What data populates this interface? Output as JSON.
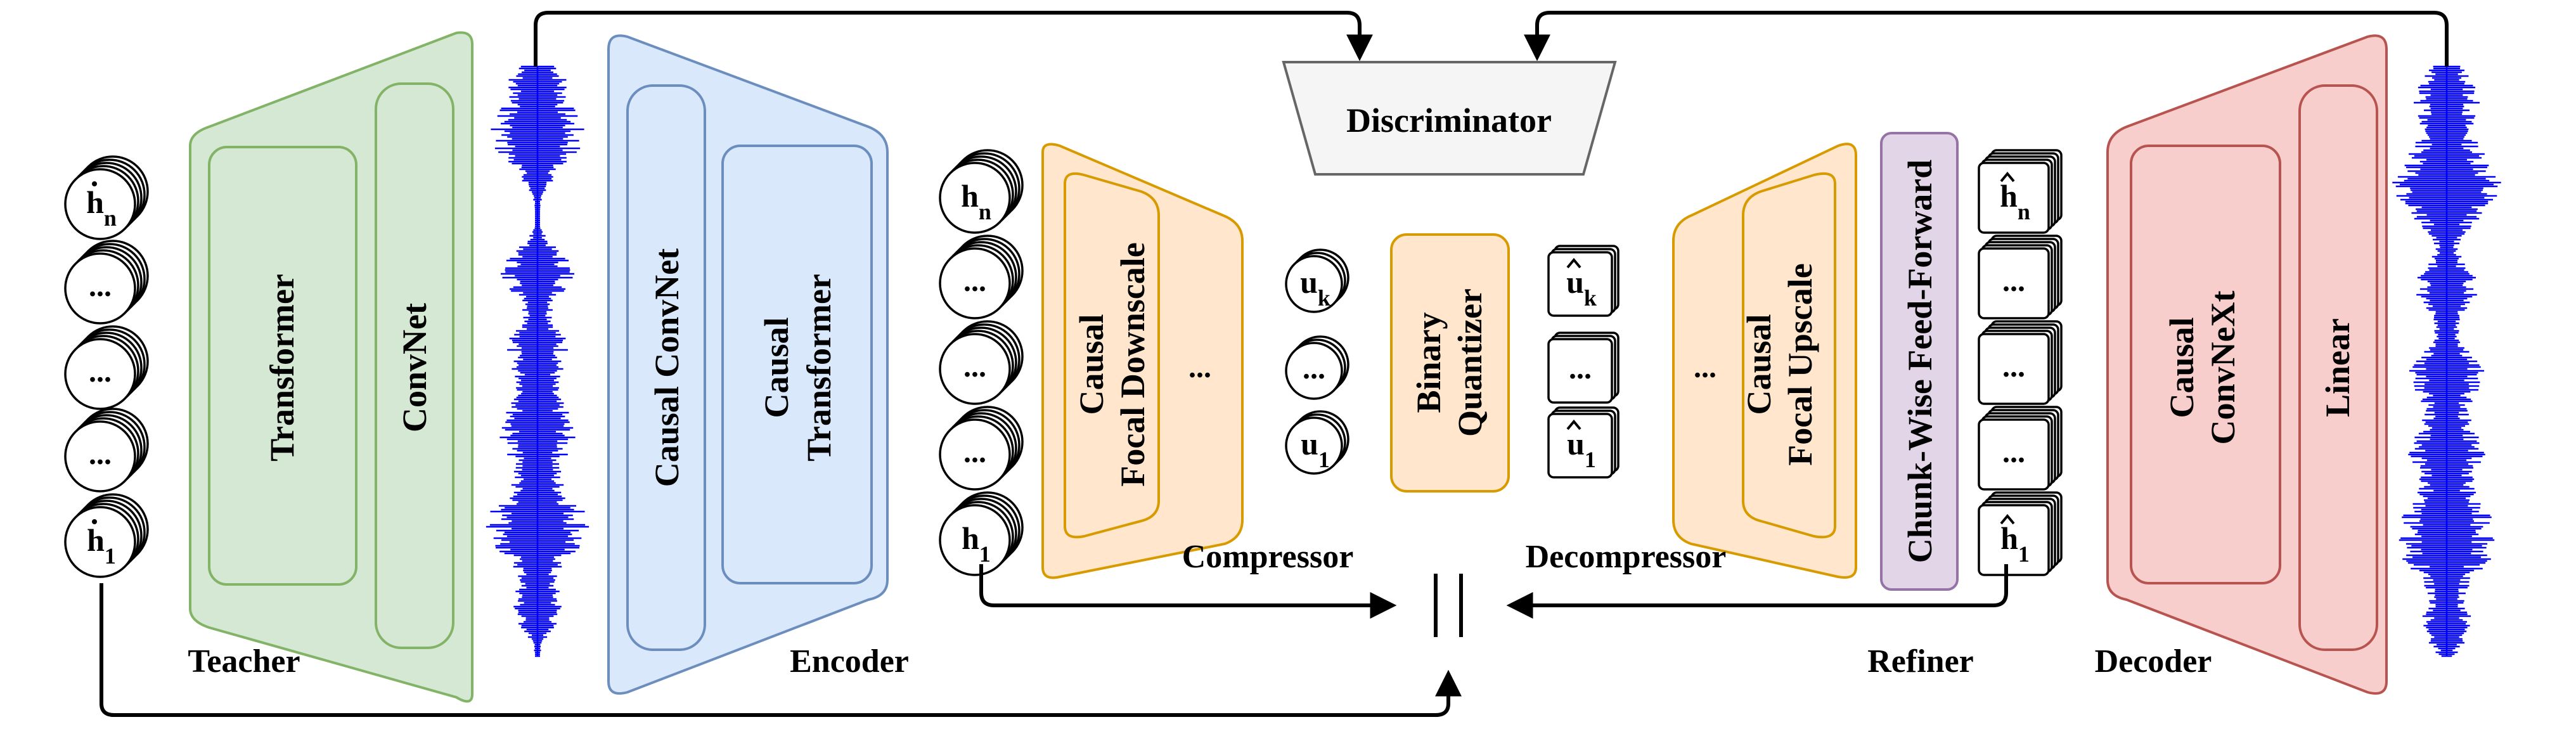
{
  "blocks": {
    "teacher": {
      "title": "Teacher",
      "inner_left": "Transformer",
      "inner_right": "ConvNet"
    },
    "encoder": {
      "title": "Encoder",
      "inner_left": "Causal ConvNet",
      "inner_right_l1": "Causal",
      "inner_right_l2": "Transformer"
    },
    "compressor": {
      "title": "Compressor",
      "inner_l1": "Causal",
      "inner_l2": "Focal Downscale",
      "dots": "..."
    },
    "quantizer": {
      "l1": "Binary",
      "l2": "Quantizer"
    },
    "decompressor": {
      "title": "Decompressor",
      "inner_l1": "Causal",
      "inner_l2": "Focal Upscale",
      "dots": "..."
    },
    "refiner": {
      "title": "Refiner",
      "label": "Chunk-Wise Feed-Forward"
    },
    "decoder": {
      "title": "Decoder",
      "inner_left_l1": "Causal",
      "inner_left_l2": "ConvNeXt",
      "inner_right": "Linear"
    },
    "discriminator": {
      "label": "Discriminator"
    }
  },
  "tokens": {
    "teacher_states": {
      "base": "h",
      "accent": "dot",
      "sub_top": "n",
      "sub_bottom": "1",
      "dots": "..."
    },
    "encoder_states": {
      "base": "h",
      "sub_top": "n",
      "sub_bottom": "1",
      "dots": "..."
    },
    "codes": {
      "base": "u",
      "sub_top": "k",
      "sub_bottom": "1",
      "dots": "..."
    },
    "quantized_codes": {
      "base": "u",
      "accent": "hat",
      "sub_top": "k",
      "sub_bottom": "1",
      "dots": "..."
    },
    "refined_states": {
      "base": "h",
      "accent": "hat",
      "sub_top": "n",
      "sub_bottom": "1",
      "dots": "..."
    }
  },
  "loss_symbol": "||",
  "colors": {
    "teacher_fill": "#d5e8d4",
    "teacher_stroke": "#82b366",
    "encoder_fill": "#dae8fc",
    "encoder_stroke": "#6c8ebf",
    "orange_fill": "#ffe6cc",
    "orange_stroke": "#d79b00",
    "refiner_fill": "#e1d5e7",
    "refiner_stroke": "#9673a6",
    "decoder_fill": "#f8cecc",
    "decoder_stroke": "#b85450",
    "disc_fill": "#f5f5f5",
    "disc_stroke": "#666666",
    "waveform": "#0000ff"
  }
}
